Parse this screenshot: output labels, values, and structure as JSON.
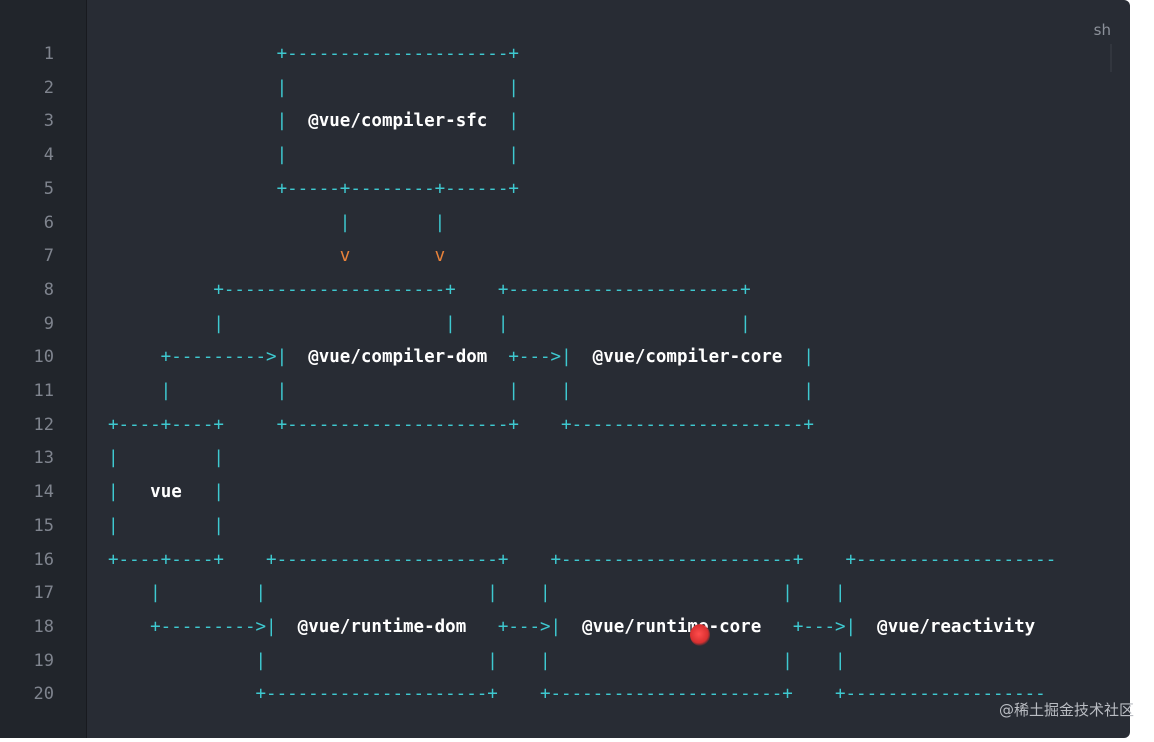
{
  "code_block": {
    "language_label": "sh",
    "line_numbers": [
      "1",
      "2",
      "3",
      "4",
      "5",
      "6",
      "7",
      "8",
      "9",
      "10",
      "11",
      "12",
      "13",
      "14",
      "15",
      "16",
      "17",
      "18",
      "19",
      "20"
    ],
    "lines": [
      [
        [
          "p",
          "                +---------------------+"
        ]
      ],
      [
        [
          "p",
          "                |                     |"
        ]
      ],
      [
        [
          "p",
          "                |  "
        ],
        [
          "t",
          "@vue/compiler-sfc"
        ],
        [
          "p",
          "  |"
        ]
      ],
      [
        [
          "p",
          "                |                     |"
        ]
      ],
      [
        [
          "p",
          "                +-----+--------+------+"
        ]
      ],
      [
        [
          "p",
          "                      |        |"
        ]
      ],
      [
        [
          "p",
          "                      "
        ],
        [
          "v",
          "v"
        ],
        [
          "p",
          "        "
        ],
        [
          "v",
          "v"
        ]
      ],
      [
        [
          "p",
          "          +---------------------+    +----------------------+"
        ]
      ],
      [
        [
          "p",
          "          |                     |    |                      |"
        ]
      ],
      [
        [
          "p",
          "     +--------->|  "
        ],
        [
          "t",
          "@vue/compiler-dom"
        ],
        [
          "p",
          "  +--->|  "
        ],
        [
          "t",
          "@vue/compiler-core"
        ],
        [
          "p",
          "  |"
        ]
      ],
      [
        [
          "p",
          "     |          |                     |    |                      |"
        ]
      ],
      [
        [
          "p",
          "+----+----+     +---------------------+    +----------------------+"
        ]
      ],
      [
        [
          "p",
          "|         |"
        ]
      ],
      [
        [
          "p",
          "|   "
        ],
        [
          "t",
          "vue"
        ],
        [
          "p",
          "   |"
        ]
      ],
      [
        [
          "p",
          "|         |"
        ]
      ],
      [
        [
          "p",
          "+----+----+    +---------------------+    +----------------------+    +-------------------"
        ]
      ],
      [
        [
          "p",
          "    |         |                     |    |                      |    |"
        ]
      ],
      [
        [
          "p",
          "    +--------->|  "
        ],
        [
          "t",
          "@vue/runtime-dom"
        ],
        [
          "p",
          "   +--->|  "
        ],
        [
          "t",
          "@vue/runtime-core"
        ],
        [
          "p",
          "   +--->|  "
        ],
        [
          "t",
          "@vue/reactivity"
        ]
      ],
      [
        [
          "p",
          "              |                     |    |                      |    |"
        ]
      ],
      [
        [
          "p",
          "              +---------------------+    +----------------------+    +-------------------"
        ]
      ]
    ]
  },
  "watermark": "@稀土掘金技术社区",
  "colors": {
    "background": "#282c34",
    "gutter": "#21252b",
    "punctuation": "#3ec9d0",
    "arrow_head": "#e8823a",
    "package_name": "#ffffff"
  }
}
